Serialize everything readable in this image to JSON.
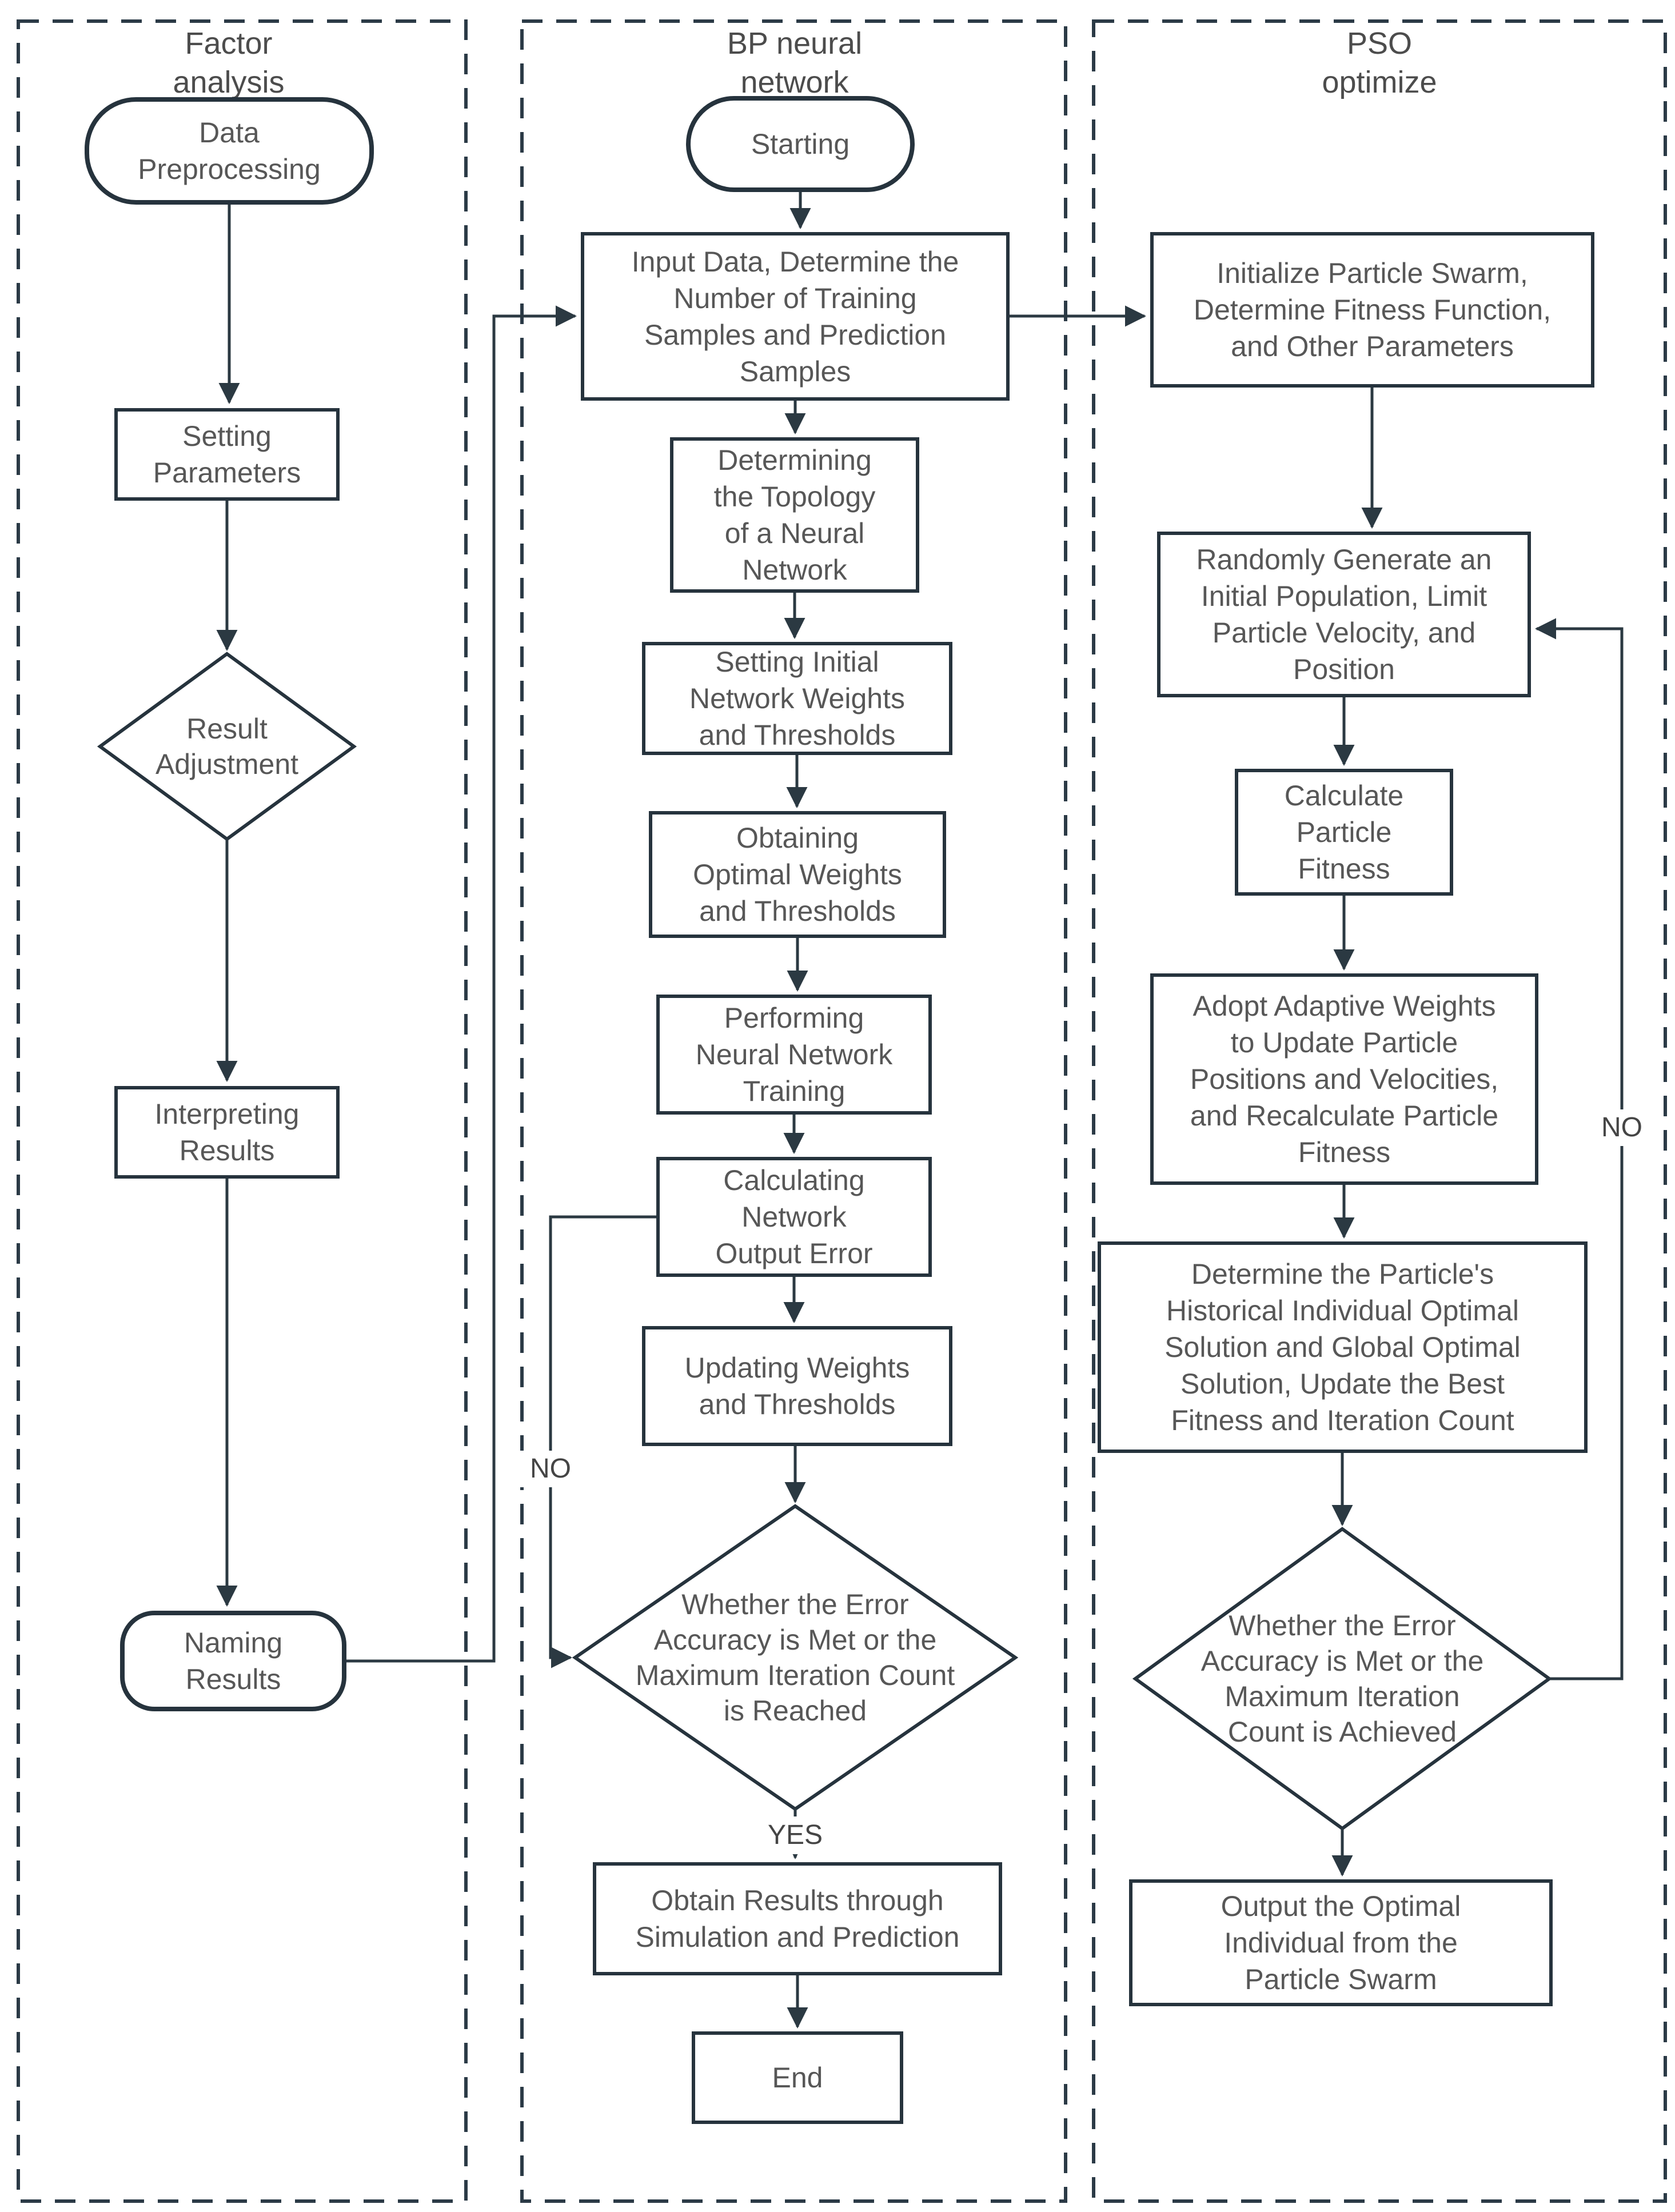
{
  "columns": [
    {
      "id": "factor-analysis",
      "title": "Factor\nanalysis"
    },
    {
      "id": "bp-neural-network",
      "title": "BP neural\nnetwork"
    },
    {
      "id": "pso-optimize",
      "title": "PSO\noptimize"
    }
  ],
  "nodes": {
    "data_preprocessing": {
      "label": "Data\nPreprocessing",
      "shape": "terminal"
    },
    "setting_parameters": {
      "label": "Setting\nParameters",
      "shape": "process"
    },
    "result_adjustment": {
      "label": "Result\nAdjustment",
      "shape": "decision"
    },
    "interpreting_results": {
      "label": "Interpreting\nResults",
      "shape": "process"
    },
    "naming_results": {
      "label": "Naming\nResults",
      "shape": "terminal"
    },
    "starting": {
      "label": "Starting",
      "shape": "terminal"
    },
    "input_data": {
      "label": "Input Data, Determine the\nNumber of Training\nSamples and Prediction\nSamples",
      "shape": "process"
    },
    "determining_topology": {
      "label": "Determining\nthe Topology\nof a Neural\nNetwork",
      "shape": "process"
    },
    "setting_initial_weights": {
      "label": "Setting Initial\nNetwork Weights\nand Thresholds",
      "shape": "process"
    },
    "obtaining_optimal_weights": {
      "label": "Obtaining\nOptimal Weights\nand Thresholds",
      "shape": "process"
    },
    "performing_training": {
      "label": "Performing\nNeural Network\nTraining",
      "shape": "process"
    },
    "calculating_error": {
      "label": "Calculating\nNetwork\nOutput Error",
      "shape": "process"
    },
    "updating_weights": {
      "label": "Updating Weights\nand Thresholds",
      "shape": "process"
    },
    "bp_decision": {
      "label": "Whether the Error\nAccuracy is Met or the\nMaximum Iteration Count\nis Reached",
      "shape": "decision"
    },
    "obtain_results": {
      "label": "Obtain Results through\nSimulation and Prediction",
      "shape": "process"
    },
    "end": {
      "label": "End",
      "shape": "process"
    },
    "initialize_swarm": {
      "label": "Initialize Particle Swarm,\nDetermine Fitness Function,\nand Other Parameters",
      "shape": "process"
    },
    "randomly_generate": {
      "label": "Randomly Generate an\nInitial Population, Limit\nParticle Velocity, and\nPosition",
      "shape": "process"
    },
    "calculate_fitness": {
      "label": "Calculate\nParticle\nFitness",
      "shape": "process"
    },
    "adopt_adaptive_weights": {
      "label": "Adopt Adaptive Weights\nto Update Particle\nPositions and Velocities,\nand Recalculate Particle\nFitness",
      "shape": "process"
    },
    "determine_optimal_solution": {
      "label": "Determine the Particle's\nHistorical Individual Optimal\nSolution and Global Optimal\nSolution, Update the Best\nFitness and Iteration Count",
      "shape": "process"
    },
    "pso_decision": {
      "label": "Whether the Error\nAccuracy is Met or the\nMaximum Iteration\nCount is Achieved",
      "shape": "decision"
    },
    "output_optimal": {
      "label": "Output the Optimal\nIndividual from the\nParticle Swarm",
      "shape": "process"
    }
  },
  "edge_labels": {
    "bp_no": "NO",
    "bp_yes": "YES",
    "pso_no": "NO"
  }
}
